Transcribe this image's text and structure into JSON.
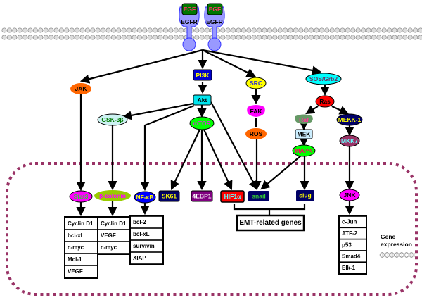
{
  "receptors": {
    "ligand": "EGF",
    "receptor": "EGFR"
  },
  "nodes": {
    "jak": "JAK",
    "pi3k": "PI3K",
    "src": "SRC",
    "sos_grb2": "SOS/Grb2",
    "akt": "Akt",
    "fak": "FAK",
    "ros": "ROS",
    "ras": "Ras",
    "gsk3b": "GSK-3β",
    "mtor": "mTOR",
    "raf": "Raf",
    "mek": "MEK",
    "mapk": "MAPK",
    "mekk1": "MEKK-1",
    "mkk7": "MKK7",
    "stat3": "Stat3",
    "beta_catenin": "β-catenin",
    "nfkb": "NF-κB",
    "sk61": "SK61",
    "4ebp1": "4EBP1",
    "hif1a": "HIF1α",
    "snail": "snail",
    "slug": "slug",
    "jnk": "JNK"
  },
  "emt_label": "EMT-related genes",
  "target_lists": {
    "stat3": [
      "Cyclin D1",
      "bcl-xL",
      "c-myc",
      "Mcl-1",
      "VEGF"
    ],
    "beta_catenin": [
      "Cyclin D1",
      "VEGF",
      "c-myc"
    ],
    "nfkb": [
      "bcl-2",
      "bcl-xL",
      "survivin",
      "XIAP"
    ],
    "jnk": [
      "c-Jun",
      "ATF-2",
      "p53",
      "Smad4",
      "Elk-1"
    ]
  },
  "legend": {
    "line1": "Gene",
    "line2": "expression"
  },
  "colors": {
    "nucleus_border": "#993366",
    "membrane": "#c8c8c8",
    "receptor": "#9999ff"
  }
}
